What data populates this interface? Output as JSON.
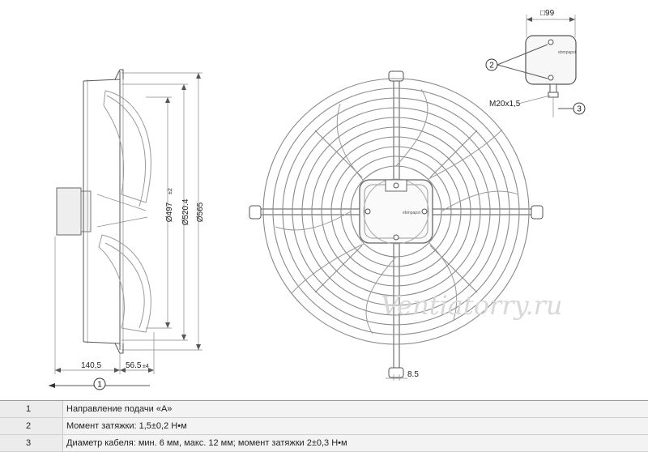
{
  "dimensions": {
    "d497": "Ø497",
    "d497_tol": "±2",
    "d520": "Ø520.4",
    "d565": "Ø565",
    "width_140": "140,5",
    "width_56": "56.5",
    "width_56_tol": "±4",
    "box_99": "99",
    "cable_gland": "M20x1,5",
    "offset_85": "8.5"
  },
  "callouts": [
    "1",
    "2",
    "3"
  ],
  "box_label": "ebmpapst",
  "watermark": "Ventiatorry.ru",
  "legend": [
    {
      "num": "1",
      "text": "Направление подачи «A»"
    },
    {
      "num": "2",
      "text": "Момент затяжки: 1,5±0,2 Н•м"
    },
    {
      "num": "3",
      "text": "Диаметр кабеля: мин. 6 мм, макс. 12 мм; момент затяжки 2±0,3 Н•м"
    }
  ]
}
